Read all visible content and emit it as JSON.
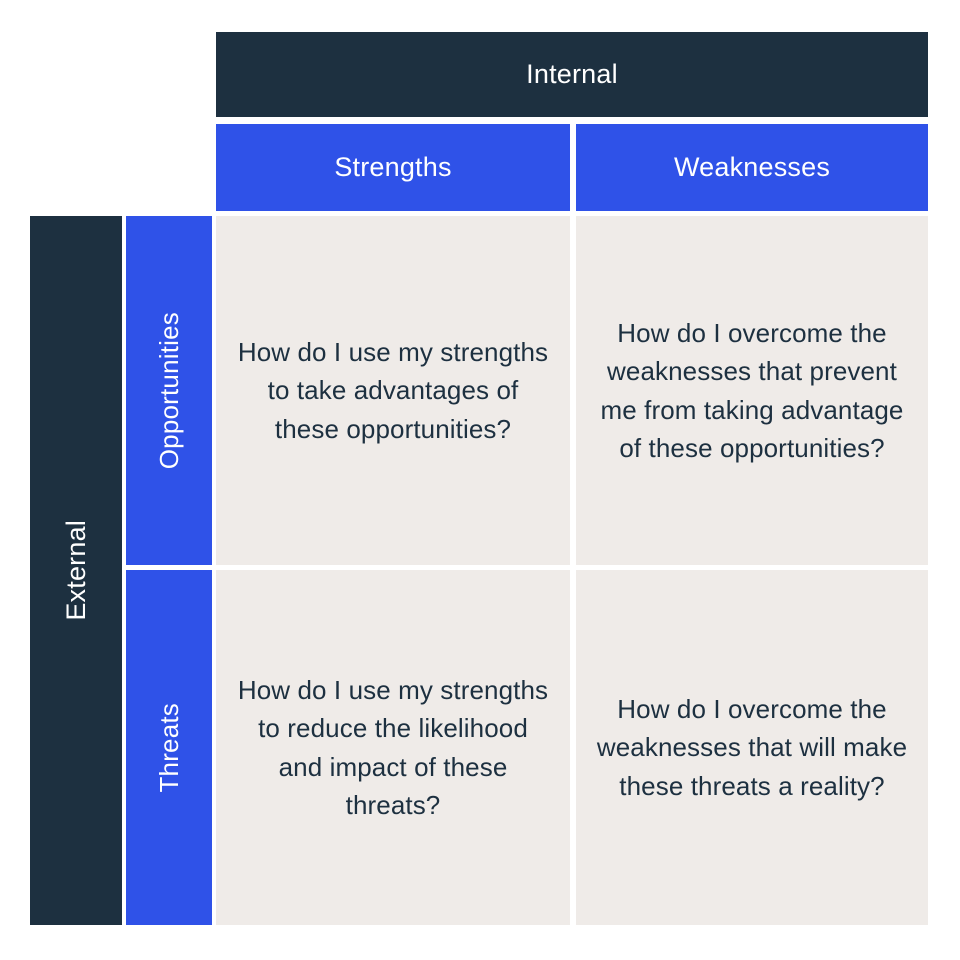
{
  "colors": {
    "navy": "#1d3040",
    "blue": "#2f52e8",
    "cell_bg": "#efebe8",
    "page_bg": "#ffffff",
    "text_on_dark": "#ffffff",
    "text_on_light": "#1d3040"
  },
  "axes": {
    "columns_dimension_label": "Internal",
    "rows_dimension_label": "External"
  },
  "columns": [
    {
      "label": "Strengths"
    },
    {
      "label": "Weaknesses"
    }
  ],
  "rows": [
    {
      "label": "Opportunities"
    },
    {
      "label": "Threats"
    }
  ],
  "cells": {
    "strengths_opportunities": "How do I use my strengths to take advantages of these opportunities?",
    "weaknesses_opportunities": "How do I overcome the weaknesses that prevent me from taking advantage of these opportunities?",
    "strengths_threats": "How do I use my strengths to reduce the likelihood and impact of these threats?",
    "weaknesses_threats": "How do I overcome the weaknesses that will make these threats a reality?"
  },
  "chart_data": {
    "type": "table",
    "title": "",
    "row_dimension": "External",
    "column_dimension": "Internal",
    "column_headers": [
      "Strengths",
      "Weaknesses"
    ],
    "row_headers": [
      "Opportunities",
      "Threats"
    ],
    "grid": [
      [
        "How do I use my strengths to take advantages of these opportunities?",
        "How do I overcome the weaknesses that prevent me from taking advantage of these opportunities?"
      ],
      [
        "How do I use my strengths to reduce the likelihood and impact of these threats?",
        "How do I overcome the weaknesses that will make these threats a reality?"
      ]
    ]
  }
}
